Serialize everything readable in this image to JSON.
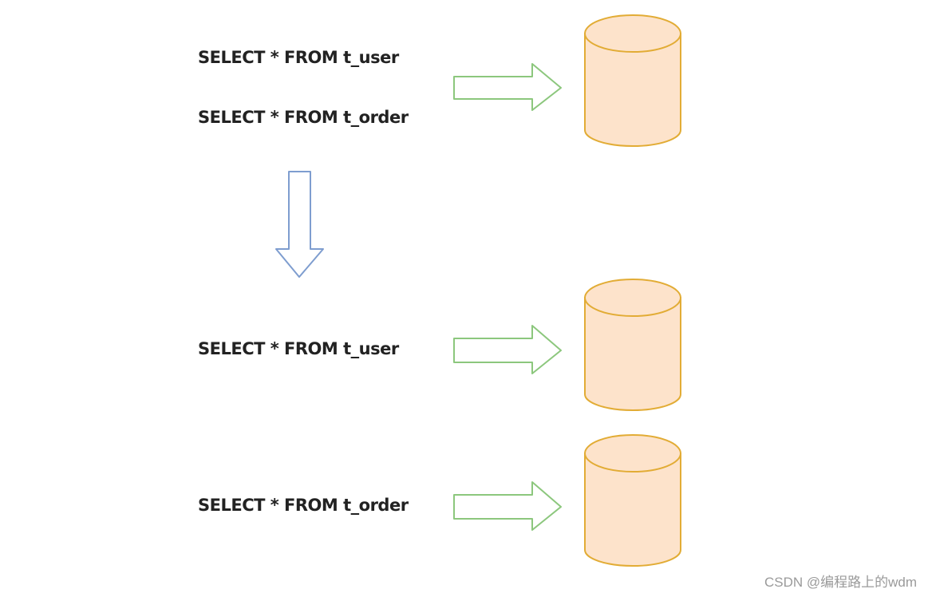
{
  "colors": {
    "db_fill": "#fde3cb",
    "db_stroke": "#e2ac35",
    "arrow_right_stroke": "#8cc77d",
    "arrow_down_stroke": "#7e9dcf",
    "text": "#222222",
    "watermark": "#9a9a9a"
  },
  "before": {
    "queries": [
      "SELECT * FROM t_user",
      "SELECT * FROM t_order"
    ]
  },
  "after": {
    "queries": [
      "SELECT * FROM t_user",
      "SELECT * FROM t_order"
    ]
  },
  "watermark": "CSDN @编程路上的wdm"
}
